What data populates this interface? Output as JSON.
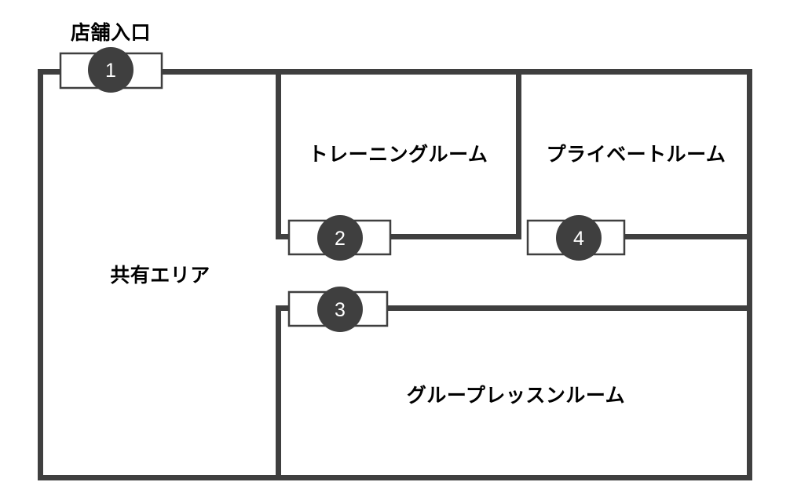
{
  "diagram": {
    "type": "floor-plan",
    "background": "#ffffff",
    "wall_color": "#3f3f3f",
    "badge_color": "#3f3f3f",
    "badge_text_color": "#ffffff",
    "label_color": "#000000"
  },
  "entrance": {
    "label": "店舗入口"
  },
  "rooms": [
    {
      "id": "shared-area",
      "label": "共有エリア"
    },
    {
      "id": "training-room",
      "label": "トレーニングルーム"
    },
    {
      "id": "private-room",
      "label": "プライベートルーム"
    },
    {
      "id": "group-lesson-room",
      "label": "グループレッスンルーム"
    }
  ],
  "doors": [
    {
      "id": "door-1",
      "number": "1"
    },
    {
      "id": "door-2",
      "number": "2"
    },
    {
      "id": "door-3",
      "number": "3"
    },
    {
      "id": "door-4",
      "number": "4"
    }
  ]
}
